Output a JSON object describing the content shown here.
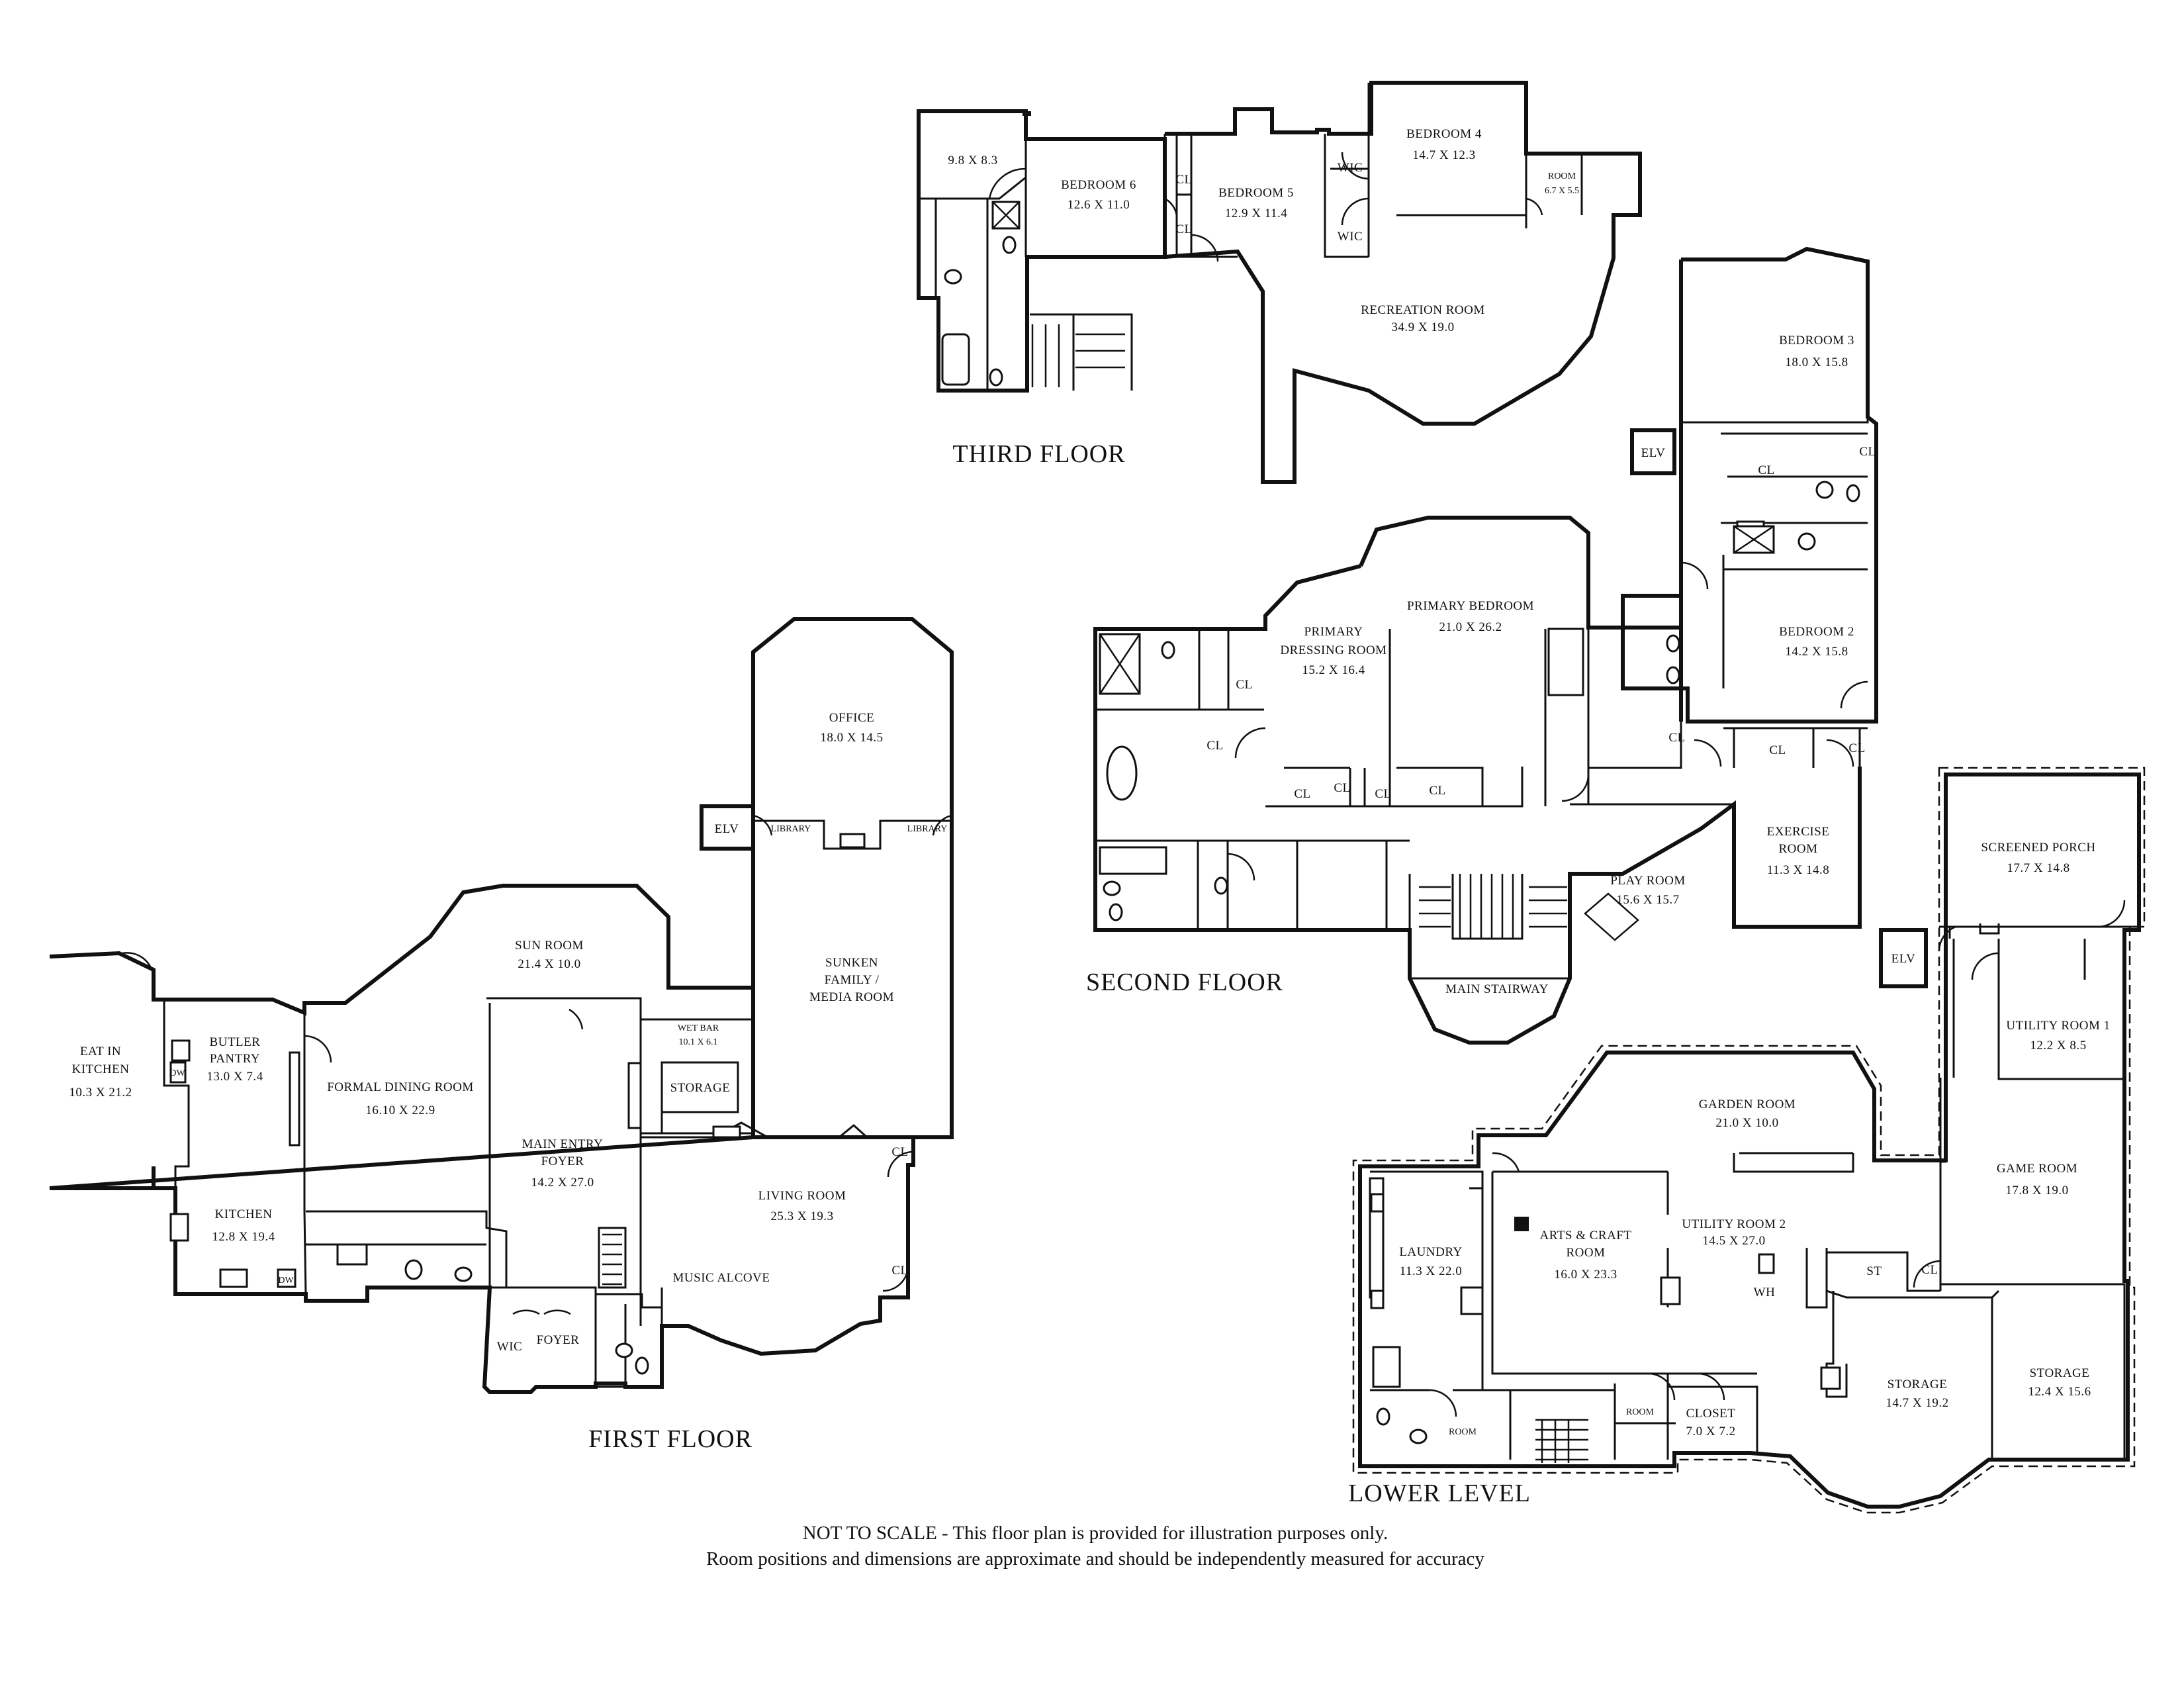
{
  "floors": {
    "third": "THIRD FLOOR",
    "second": "SECOND FLOOR",
    "first": "FIRST FLOOR",
    "lower": "LOWER LEVEL"
  },
  "disclaimer": {
    "line1": "NOT TO SCALE - This floor plan is provided for illustration purposes only.",
    "line2": "Room positions and dimensions are approximate and should be independently measured for accuracy"
  },
  "third_floor": {
    "small_room_dim": "9.8 X 8.3",
    "bedroom6": {
      "name": "BEDROOM 6",
      "dim": "12.6 X 11.0"
    },
    "bedroom5": {
      "name": "BEDROOM 5",
      "dim": "12.9 X 11.4"
    },
    "bedroom4": {
      "name": "BEDROOM 4",
      "dim": "14.7 X 12.3"
    },
    "room": {
      "name": "ROOM",
      "dim": "6.7 X 5.5"
    },
    "recreation": {
      "name": "RECREATION ROOM",
      "dim": "34.9 X 19.0"
    },
    "cl": "CL",
    "wic": "WIC"
  },
  "second_floor": {
    "bedroom3": {
      "name": "BEDROOM 3",
      "dim": "18.0 X 15.8"
    },
    "bedroom2": {
      "name": "BEDROOM 2",
      "dim": "14.2 X 15.8"
    },
    "primary_bedroom": {
      "name": "PRIMARY BEDROOM",
      "dim": "21.0 X 26.2"
    },
    "primary_dressing": {
      "line1": "PRIMARY",
      "line2": "DRESSING ROOM",
      "dim": "15.2 X 16.4"
    },
    "exercise": {
      "line1": "EXERCISE",
      "line2": "ROOM",
      "dim": "11.3 X 14.8"
    },
    "play_room": {
      "name": "PLAY ROOM",
      "dim": "15.6 X 15.7"
    },
    "main_stairway": "MAIN STAIRWAY",
    "elv": "ELV",
    "cl": "CL"
  },
  "first_floor": {
    "office": {
      "name": "OFFICE",
      "dim": "18.0 X 14.5"
    },
    "elv": "ELV",
    "library": "LIBRARY",
    "sunken": {
      "line1": "SUNKEN",
      "line2": "FAMILY /",
      "line3": "MEDIA ROOM"
    },
    "sun_room": {
      "name": "SUN ROOM",
      "dim": "21.4 X 10.0"
    },
    "eat_in": {
      "line1": "EAT IN",
      "line2": "KITCHEN",
      "dim": "10.3 X 21.2"
    },
    "butler": {
      "line1": "BUTLER",
      "line2": "PANTRY",
      "dim": "13.0 X 7.4"
    },
    "formal_dining": {
      "name": "FORMAL DINING ROOM",
      "dim": "16.10 X 22.9"
    },
    "wet_bar": {
      "name": "WET BAR",
      "dim": "10.1 X 6.1"
    },
    "storage": "STORAGE",
    "main_entry": {
      "line1": "MAIN ENTRY",
      "line2": "FOYER",
      "dim": "14.2 X 27.0"
    },
    "living_room": {
      "name": "LIVING ROOM",
      "dim": "25.3 X 19.3"
    },
    "music_alcove": "MUSIC ALCOVE",
    "kitchen": {
      "name": "KITCHEN",
      "dim": "12.8 X 19.4"
    },
    "wic": "WIC",
    "foyer": "FOYER",
    "cl": "CL",
    "dw": "DW"
  },
  "lower_level": {
    "screened_porch": {
      "name": "SCREENED PORCH",
      "dim": "17.7 X 14.8"
    },
    "elv": "ELV",
    "utility1": {
      "name": "UTILITY ROOM 1",
      "dim": "12.2 X 8.5"
    },
    "garden_room": {
      "name": "GARDEN ROOM",
      "dim": "21.0 X 10.0"
    },
    "game_room": {
      "name": "GAME ROOM",
      "dim": "17.8 X 19.0"
    },
    "laundry": {
      "name": "LAUNDRY",
      "dim": "11.3 X 22.0"
    },
    "arts_craft": {
      "line1": "ARTS & CRAFT",
      "line2": "ROOM",
      "dim": "16.0 X 23.3"
    },
    "utility2": {
      "name": "UTILITY ROOM 2",
      "dim": "14.5 X 27.0"
    },
    "wh": "WH",
    "st": "ST",
    "cl": "CL",
    "storage_a": {
      "name": "STORAGE",
      "dim": "14.7 X 19.2"
    },
    "storage_b": {
      "name": "STORAGE",
      "dim": "12.4 X 15.6"
    },
    "closet": {
      "name": "CLOSET",
      "dim": "7.0 X 7.2"
    },
    "room": "ROOM"
  }
}
